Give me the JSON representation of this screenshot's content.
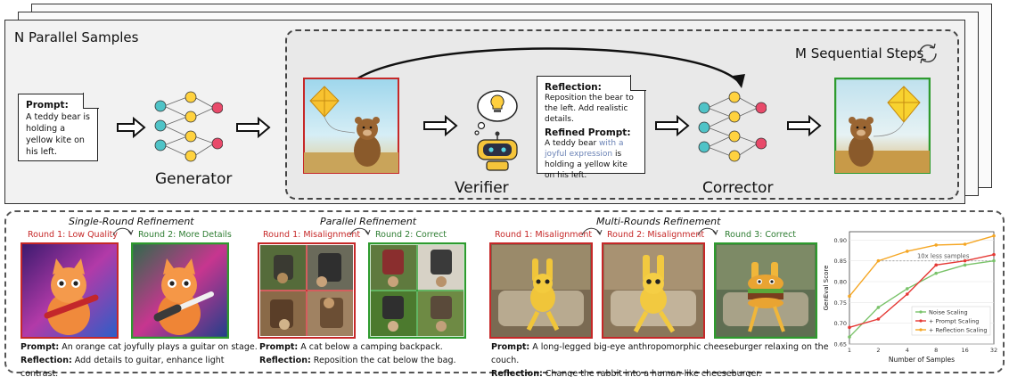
{
  "top": {
    "panel_title": "N Parallel Samples",
    "sequential_title": "M Sequential Steps",
    "prompt_label": "Prompt:",
    "prompt_text": "A teddy bear is holding a yellow kite on his left.",
    "generator": "Generator",
    "verifier": "Verifier",
    "corrector": "Corrector",
    "reflection_label": "Reflection:",
    "reflection_text": "Reposition the bear to the left. Add realistic details.",
    "refined_label": "Refined Prompt:",
    "refined_pre": "A teddy bear ",
    "refined_hl": "with a joyful expression",
    "refined_post": " is holding a yellow kite on his left."
  },
  "single": {
    "title": "Single-Round Refinement",
    "r1": "Round 1: Low Quality",
    "r2": "Round 2: More Details",
    "prompt_label": "Prompt:",
    "prompt": "An orange cat joyfully plays a guitar on stage.",
    "reflection_label": "Reflection:",
    "reflection": "Add details to guitar, enhance light contrast."
  },
  "parallel": {
    "title": "Parallel Refinement",
    "r1": "Round 1: Misalignment",
    "r2": "Round 2: Correct",
    "prompt_label": "Prompt:",
    "prompt": "A cat below a camping backpack.",
    "reflection_label": "Reflection:",
    "reflection": "Reposition the cat below the bag."
  },
  "multi": {
    "title": "Multi-Rounds Refinement",
    "r1": "Round 1: Misalignment",
    "r2": "Round 2: Misalignment",
    "r3": "Round 3: Correct",
    "prompt_label": "Prompt:",
    "prompt": "A long-legged big-eye anthropomorphic cheeseburger relaxing on the couch.",
    "reflection_label": "Reflection:",
    "reflection": "Change the rabbit into a human-like cheeseburger."
  },
  "chart_data": {
    "type": "line",
    "x": [
      1,
      2,
      4,
      8,
      16,
      32
    ],
    "x_tick_labels": [
      "1",
      "2",
      "4",
      "8",
      "16",
      "32"
    ],
    "xlabel": "Number of Samples",
    "ylabel": "GenEval Score",
    "ylim": [
      0.65,
      0.92
    ],
    "y_ticks": [
      "0.65",
      "0.70",
      "0.75",
      "0.80",
      "0.85",
      "0.90"
    ],
    "annotation": "10x less samples",
    "legend_position": "bottom-right",
    "series": [
      {
        "name": "Noise Scaling",
        "color": "#7ac36a",
        "values": [
          0.667,
          0.738,
          0.783,
          0.82,
          0.84,
          0.85
        ]
      },
      {
        "name": "+ Prompt Scaling",
        "color": "#e53935",
        "values": [
          0.69,
          0.71,
          0.77,
          0.84,
          0.85,
          0.865
        ]
      },
      {
        "name": "+ Reflection Scaling",
        "color": "#f5a623",
        "values": [
          0.765,
          0.85,
          0.873,
          0.888,
          0.89,
          0.91
        ]
      }
    ]
  }
}
